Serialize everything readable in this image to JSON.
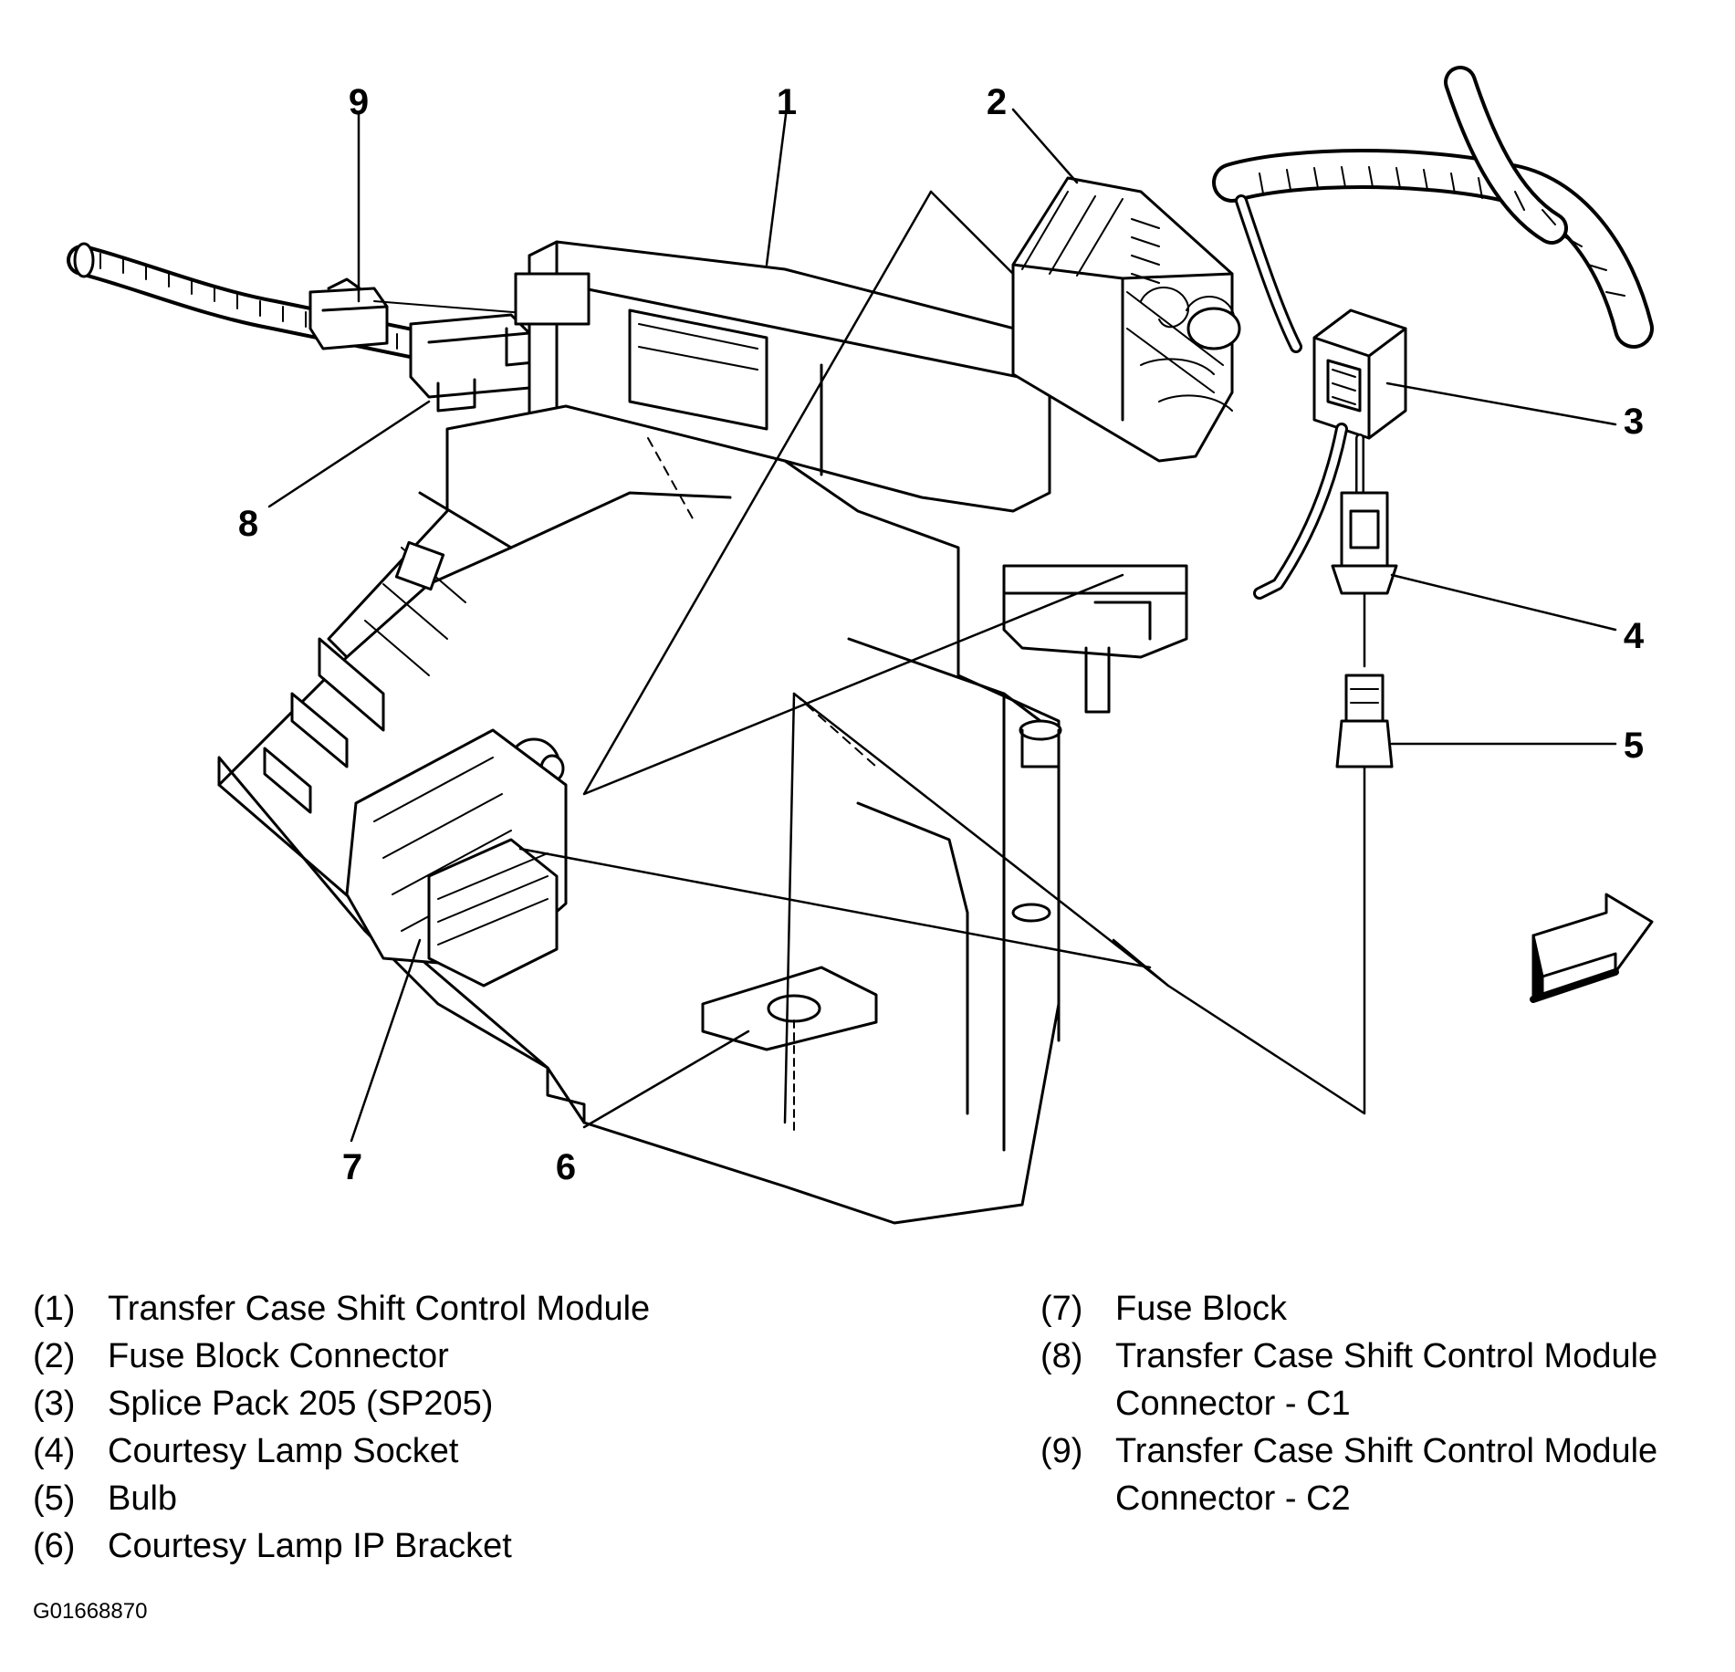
{
  "callouts": [
    "9",
    "1",
    "2",
    "3",
    "8",
    "4",
    "5",
    "7",
    "6"
  ],
  "legend": {
    "left": [
      {
        "num": "(1)",
        "text": "Transfer Case Shift Control Module"
      },
      {
        "num": "(2)",
        "text": "Fuse Block Connector"
      },
      {
        "num": "(3)",
        "text": "Splice Pack 205 (SP205)"
      },
      {
        "num": "(4)",
        "text": "Courtesy Lamp Socket"
      },
      {
        "num": "(5)",
        "text": "Bulb"
      },
      {
        "num": "(6)",
        "text": "Courtesy Lamp IP Bracket"
      }
    ],
    "right": [
      {
        "num": "(7)",
        "text": "Fuse Block"
      },
      {
        "num": "(8)",
        "text": "Transfer Case Shift Control Module",
        "text2": "Connector - C1"
      },
      {
        "num": "(9)",
        "text": "Transfer Case Shift Control Module",
        "text2": "Connector - C2"
      }
    ]
  },
  "figure_code": "G01668870"
}
